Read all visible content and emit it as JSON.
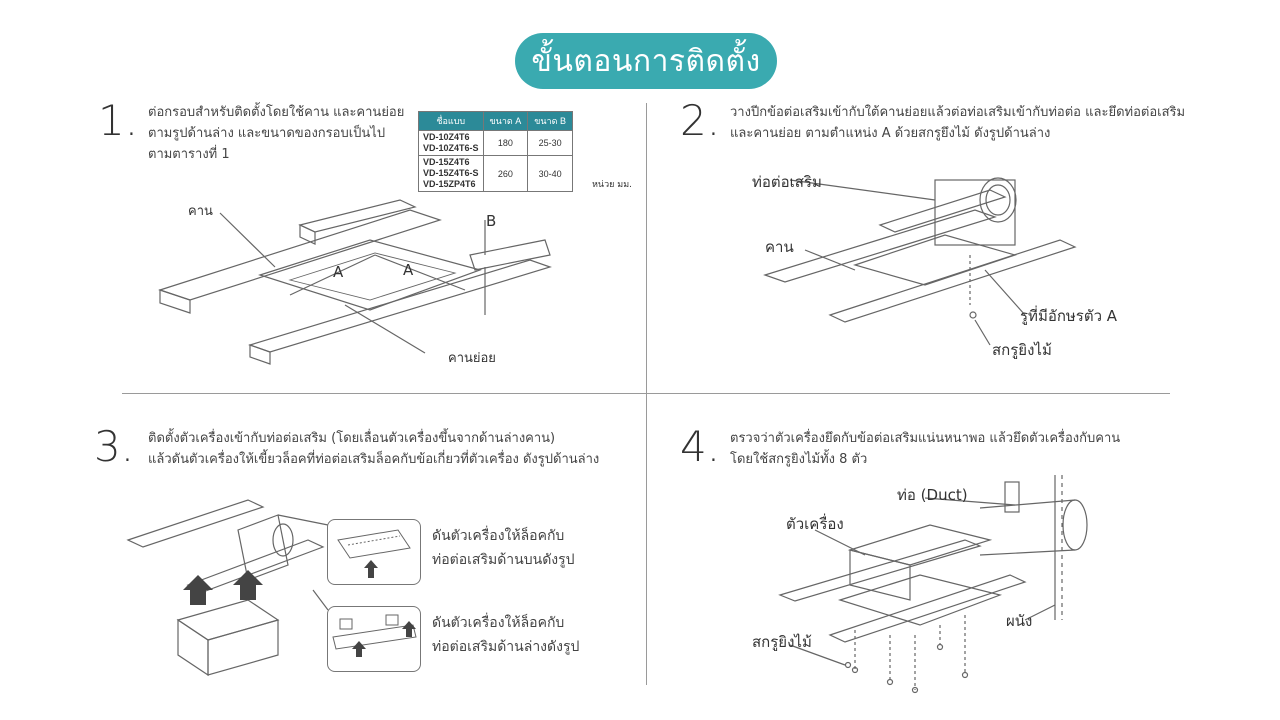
{
  "title": "ขั้นตอนการติดตั้ง",
  "steps": [
    {
      "number": "1.",
      "description": [
        "ต่อกรอบสำหรับติดตั้งโดยใช้คาน และคานย่อย",
        "ตามรูปด้านล่าง และขนาดของกรอบเป็นไป",
        "ตามตารางที่ 1"
      ],
      "labels": {
        "beam": "คาน",
        "sub_beam": "คานย่อย",
        "dim_a1": "A",
        "dim_a2": "A",
        "dim_b": "B"
      },
      "table": {
        "headers": [
          "ชื่อแบบ",
          "ขนาด A",
          "ขนาด B"
        ],
        "rows": [
          {
            "models": [
              "VD-10Z4T6",
              "VD-10Z4T6-S"
            ],
            "a": "180",
            "b": "25-30"
          },
          {
            "models": [
              "VD-15Z4T6",
              "VD-15Z4T6-S",
              "VD-15ZP4T6"
            ],
            "a": "260",
            "b": "30-40"
          }
        ],
        "unit": "หน่วย มม."
      }
    },
    {
      "number": "2.",
      "description": [
        "วางปีกข้อต่อเสริมเข้ากับใต้คานย่อยแล้วต่อท่อเสริมเข้ากับท่อต่อ และยึดท่อต่อเสริม",
        "และคานย่อย ตามตำแหน่ง A ด้วยสกรูยึงไม้ ดังรูปด้านล่าง"
      ],
      "labels": {
        "adapter": "ท่อต่อเสริม",
        "beam": "คาน",
        "hole": "รูที่มีอักษรตัว A",
        "screw": "สกรูยิงไม้"
      }
    },
    {
      "number": "3.",
      "description": [
        "ติดตั้งตัวเครื่องเข้ากับท่อต่อเสริม (โดยเลื่อนตัวเครื่องขึ้นจากด้านล่างคาน)",
        "แล้วดันตัวเครื่องให้เขี้ยวล็อคที่ท่อต่อเสริมล็อคกับข้อเกี่ยวที่ตัวเครื่อง ดังรูปด้านล่าง"
      ],
      "labels": {
        "callout_top": [
          "ดันตัวเครื่องให้ล็อคกับ",
          "ท่อต่อเสริมด้านบนดังรูป"
        ],
        "callout_bottom": [
          "ดันตัวเครื่องให้ล็อคกับ",
          "ท่อต่อเสริมด้านล่างดังรูป"
        ]
      }
    },
    {
      "number": "4.",
      "description": [
        "ตรวจว่าตัวเครื่องยึดกับข้อต่อเสริมแน่นหนาพอ แล้วยึดตัวเครื่องกับคาน",
        "โดยใช้สกรูยิงไม้ทั้ง 8 ตัว"
      ],
      "labels": {
        "duct": "ท่อ (Duct)",
        "unit": "ตัวเครื่อง",
        "wall": "ผนัง",
        "screw": "สกรูยิงไม้"
      }
    }
  ],
  "colors": {
    "accent": "#3aaab0",
    "table_header": "#2c8a98",
    "line": "#555555"
  }
}
